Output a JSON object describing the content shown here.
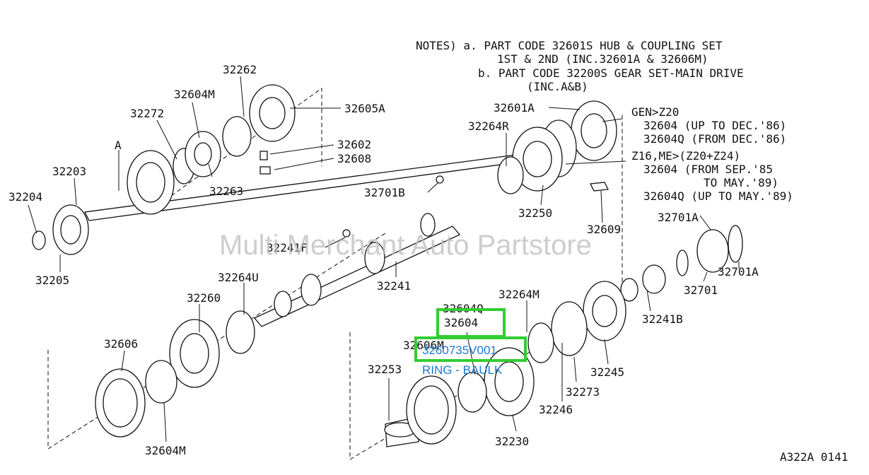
{
  "notes": {
    "line1": "NOTES) a. PART CODE 32601S HUB & COUPLING SET",
    "line2": "1ST & 2ND (INC.32601A & 32606M)",
    "line3": "b. PART CODE 32200S GEAR SET-MAIN DRIVE",
    "line4": "(INC.A&B)"
  },
  "applicability": {
    "gen": "GEN>Z20",
    "gen_a": "32604  (UP TO DEC.'86)",
    "gen_b": "32604Q (FROM DEC.'86)",
    "z16": "Z16,ME>(Z20+Z24)",
    "z16_a": "32604  (FROM SEP.'85",
    "z16_b": "TO MAY.'89)",
    "z16_c": "32604Q (UP TO MAY.'89)"
  },
  "part_labels": [
    "32262",
    "32604M",
    "32605A",
    "32272",
    "32602",
    "32608",
    "32203",
    "32263",
    "32204",
    "32205",
    "32601A",
    "32264R",
    "32701B",
    "32250",
    "32609",
    "32701A",
    "32241F",
    "32241",
    "32701A",
    "32701",
    "32264U",
    "32260",
    "32264M",
    "32241B",
    "32606",
    "32245",
    "32253",
    "32273",
    "32246",
    "32604M",
    "32230",
    "A"
  ],
  "highlight": {
    "part_top": "32604Q",
    "part_selected": "32604",
    "part_under": "32606M",
    "overlay_code": "3260735V001",
    "overlay_name": "RING - BAULK",
    "color": "#33cc33",
    "text_color": "#1e78d2"
  },
  "watermark": "Multi Merchant Auto Partstore",
  "figure_code": "A322A 0141"
}
